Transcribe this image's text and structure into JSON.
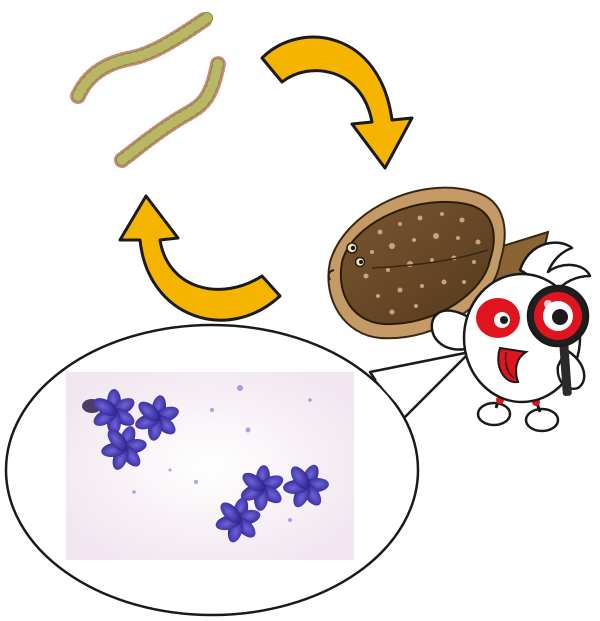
{
  "figure": {
    "background_color": "#ffffff",
    "arrow_color": "#f5b400",
    "arrow_outline_color": "#1a1a1a",
    "worm_color": "#8b8a3e",
    "fish_color": "#6b4a2a",
    "mascot_accent_color": "#e0141e",
    "stain_color": "#4a3fb8"
  },
  "elements": [
    {
      "id": "worms",
      "icon": "annelid-worms-icon"
    },
    {
      "id": "flatfish",
      "icon": "olive-flounder-icon"
    },
    {
      "id": "mascot",
      "icon": "magnifying-glass-mascot-icon"
    },
    {
      "id": "micrograph",
      "icon": "stained-spores-micrograph"
    }
  ],
  "arrows": [
    {
      "from": "worms",
      "to": "flatfish",
      "icon": "curved-arrow-icon"
    },
    {
      "from": "micrograph",
      "to": "worms",
      "icon": "curved-arrow-icon"
    }
  ]
}
